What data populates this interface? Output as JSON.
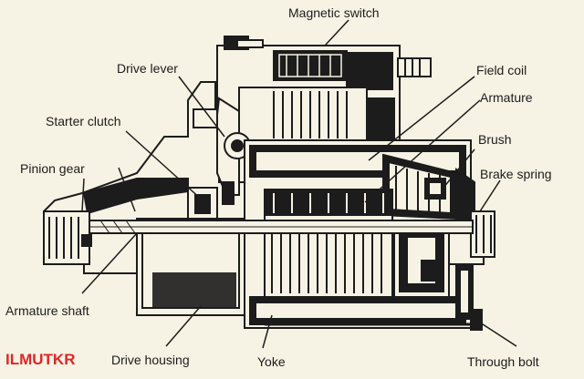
{
  "labels": {
    "magnetic_switch": "Magnetic switch",
    "drive_lever": "Drive lever",
    "field_coil": "Field coil",
    "armature": "Armature",
    "starter_clutch": "Starter clutch",
    "brush": "Brush",
    "pinion_gear": "Pinion gear",
    "brake_spring": "Brake spring",
    "armature_shaft": "Armature shaft",
    "drive_housing": "Drive housing",
    "yoke": "Yoke",
    "through_bolt": "Through bolt"
  },
  "watermark": {
    "text": "ILMUTKR",
    "color": "#e32626"
  },
  "colors": {
    "ink": "#1c1c1c",
    "paper": "#f6f3e4"
  }
}
